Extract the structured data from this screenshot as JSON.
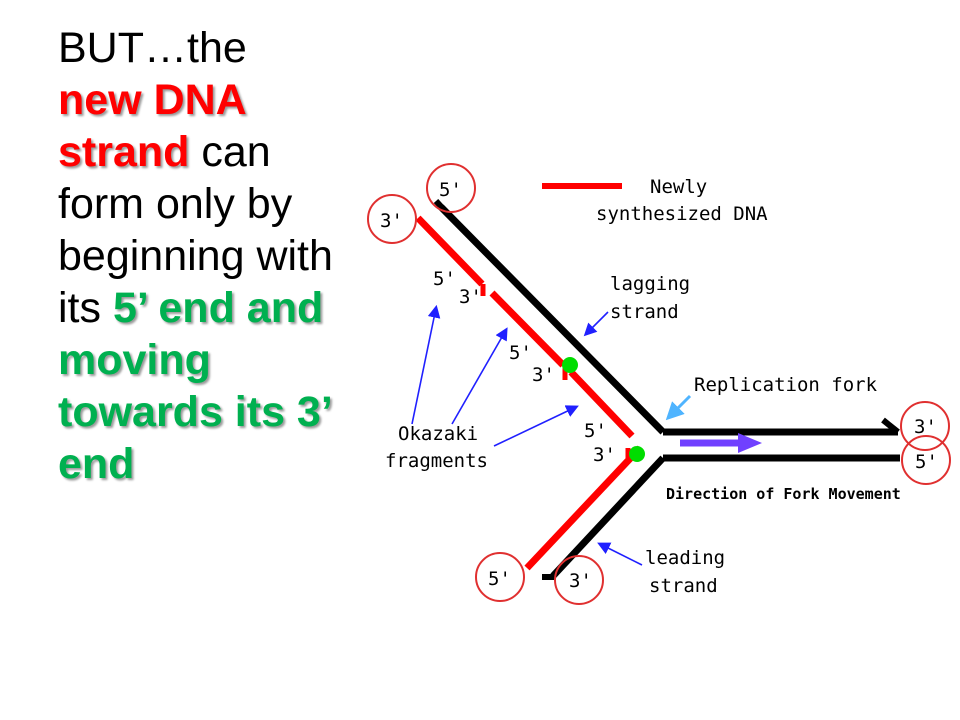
{
  "slide_text": {
    "part1": "BUT…the",
    "part2": "new DNA strand",
    "part3": " can form only by beginning with its ",
    "part4": "5’ end and moving towards its 3’ end"
  },
  "diagram": {
    "legend_label_line1": "Newly",
    "legend_label_line2": "synthesized DNA",
    "lagging_line1": "lagging",
    "lagging_line2": "strand",
    "fork_label": "Replication fork",
    "okazaki_line1": "Okazaki",
    "okazaki_line2": "fragments",
    "direction_label": "Direction of Fork Movement",
    "leading_line1": "leading",
    "leading_line2": "strand",
    "ends": {
      "top_five": "5'",
      "top_three": "3'",
      "frag1_five": "5'",
      "frag1_three": "3'",
      "frag2_five": "5'",
      "frag2_three": "3'",
      "frag3_five": "5'",
      "frag3_three": "3'",
      "right_three": "3'",
      "right_five": "5'",
      "bottom_five": "5'",
      "bottom_three": "3'"
    }
  },
  "colors": {
    "new_dna": "#ff0000",
    "template": "#000000",
    "arrow_blue": "#2020ff",
    "fork_arrow": "#4fb4ff",
    "movement_arrow": "#7040ff",
    "primer": "#00dd00",
    "circle": "#e03030",
    "highlight_red": "#ff0000",
    "highlight_green": "#00b050"
  }
}
